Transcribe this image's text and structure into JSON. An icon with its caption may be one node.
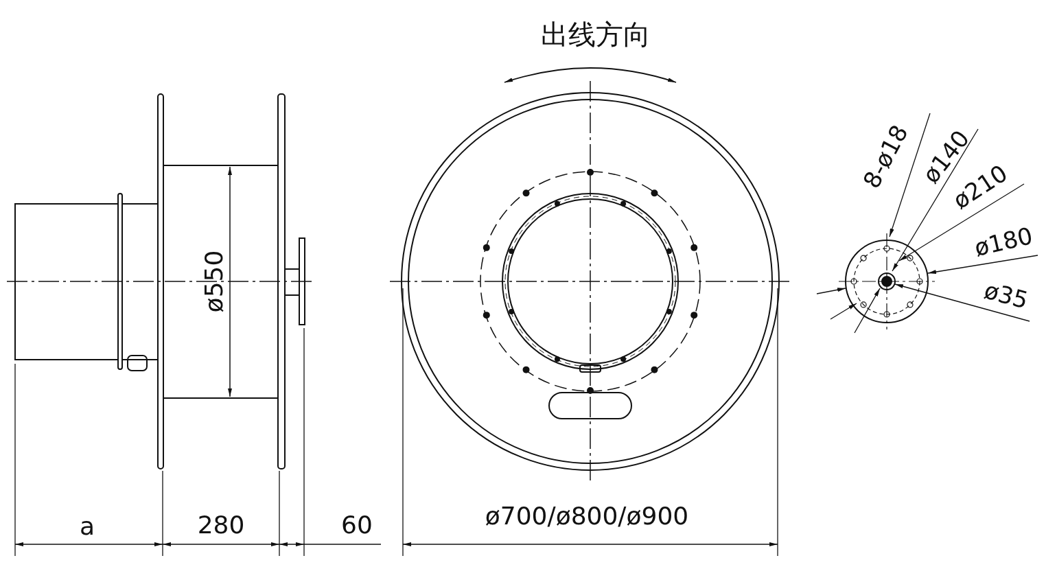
{
  "diagram": {
    "labels": [
      "出线方向",
      "8-ø18",
      "ø140",
      "ø210",
      "ø180",
      "ø550",
      "ø35",
      "a",
      "280",
      "60",
      "ø700/ø800/ø900"
    ]
  }
}
